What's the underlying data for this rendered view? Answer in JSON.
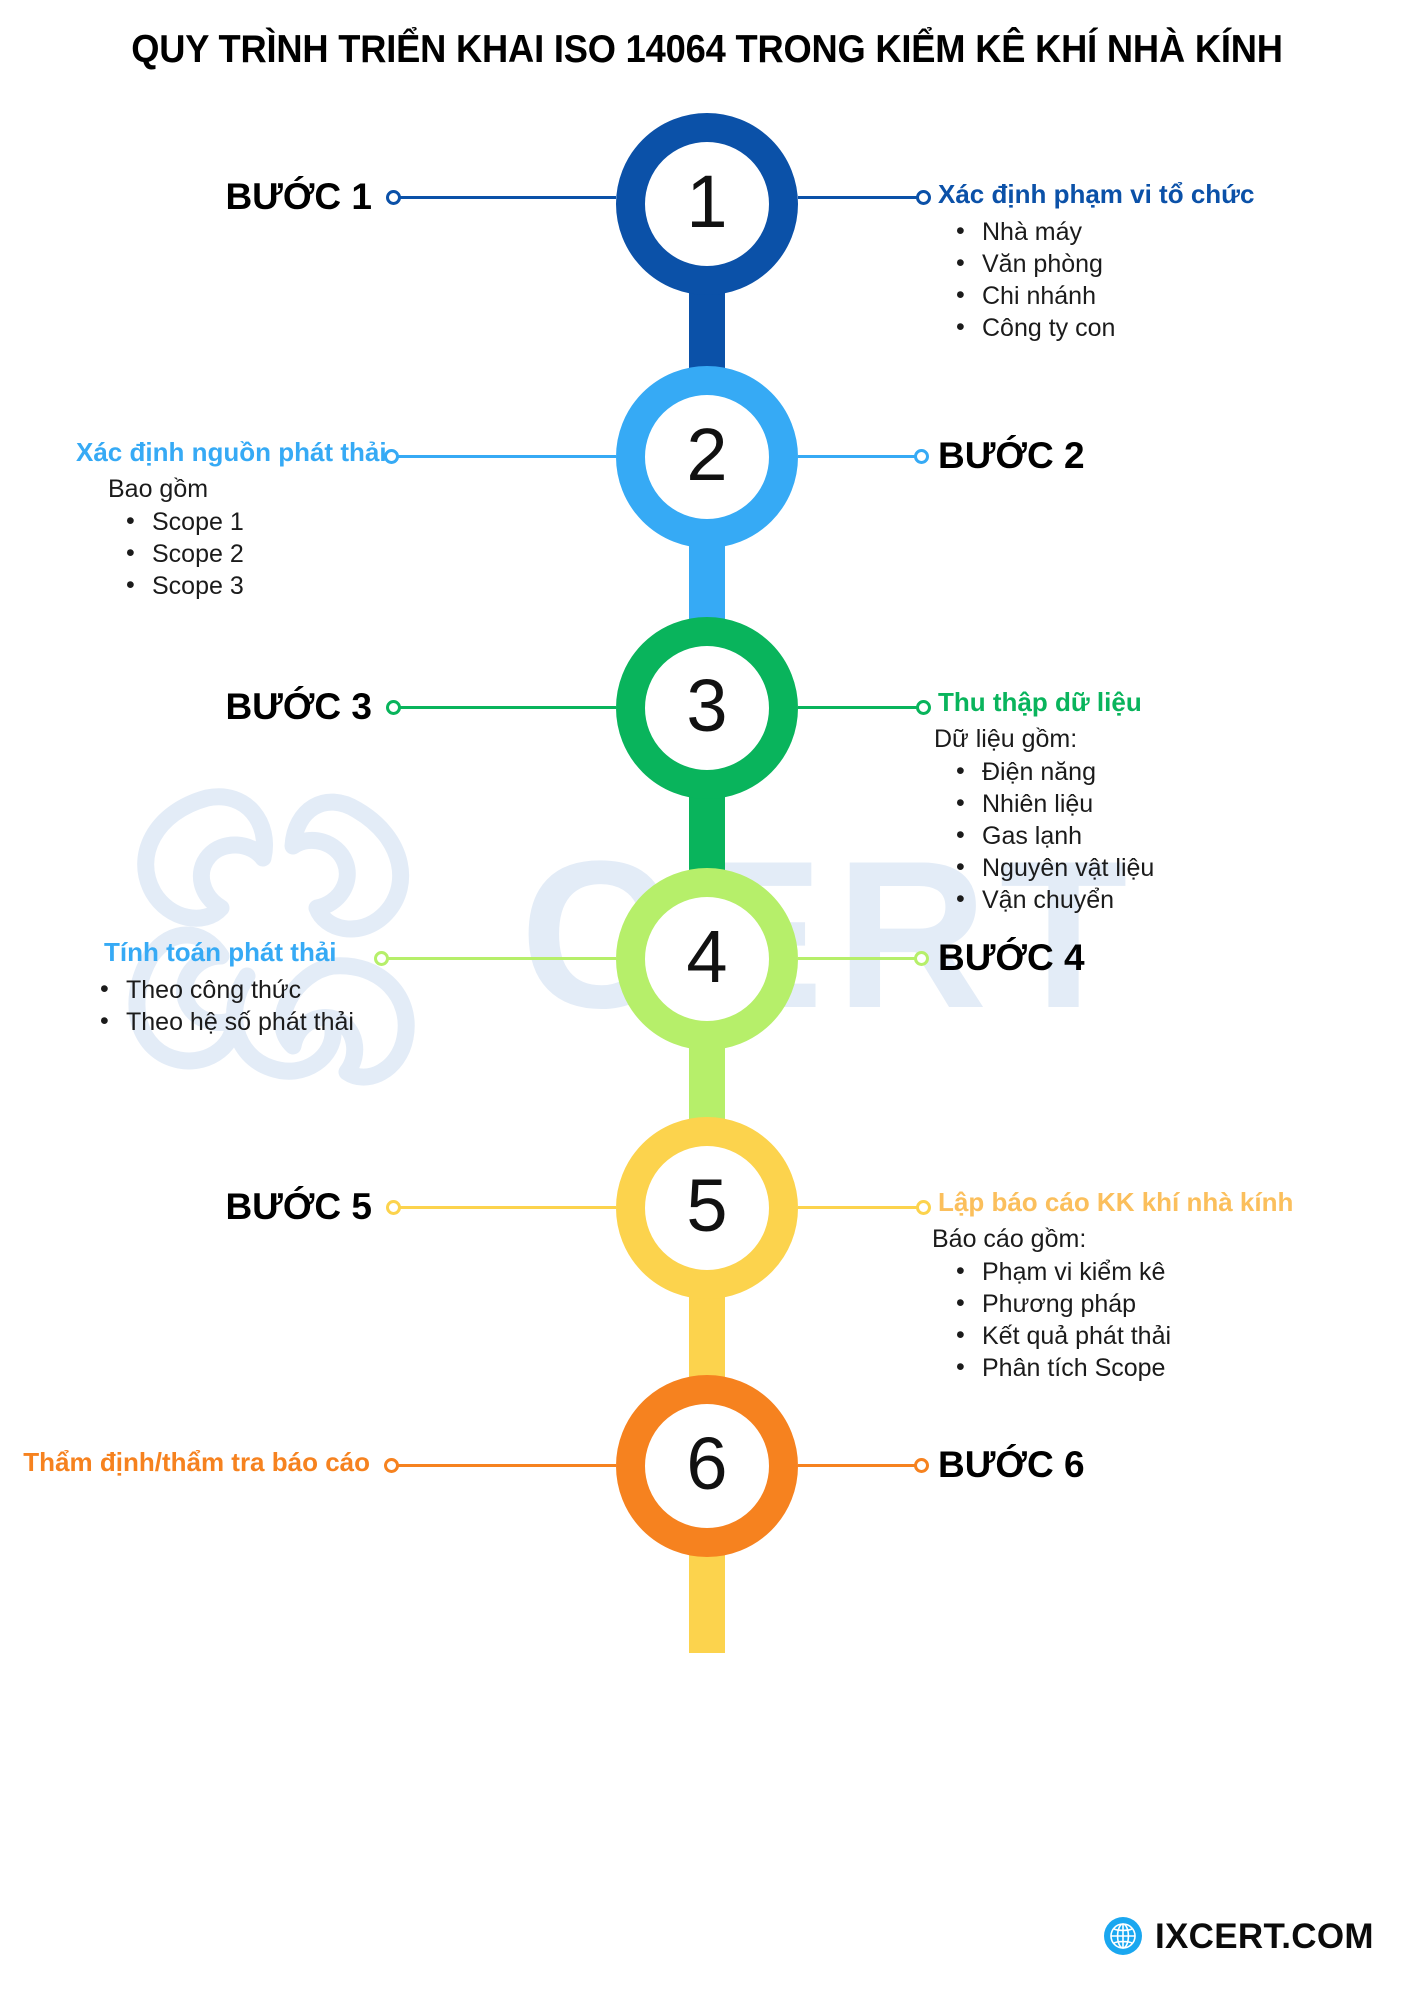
{
  "title": "QUY TRÌNH TRIỂN KHAI ISO 14064 TRONG KIỂM KÊ KHÍ NHÀ KÍNH",
  "watermark": {
    "text": "CERT",
    "flower_icon": "flower-logo-watermark"
  },
  "colors": {
    "step1": "#0b51a8",
    "step2": "#36aaf5",
    "step3": "#09b45c",
    "step4": "#b6ef6a",
    "step5": "#fcd34d",
    "step6": "#f6821f",
    "heading_blue_dark": "#0b51a8",
    "heading_blue_light": "#36aaf5",
    "heading_green": "#09b45c",
    "heading_yellow": "#fbbf5c",
    "heading_orange": "#f6821f",
    "title_black": "#000000",
    "watermark_gray": "#e3ecf7"
  },
  "steps": [
    {
      "number": "1",
      "step_label": "BƯỚC 1",
      "label_side": "left",
      "detail_side": "right",
      "heading": "Xác định phạm vi tổ chức",
      "sub": "",
      "bullets": [
        "Nhà máy",
        "Văn phòng",
        "Chi nhánh",
        "Công ty con"
      ],
      "color": "#0b51a8",
      "heading_color": "#0b51a8"
    },
    {
      "number": "2",
      "step_label": "BƯỚC 2",
      "label_side": "right",
      "detail_side": "left",
      "heading": "Xác định nguồn phát thải",
      "sub": "Bao gồm",
      "bullets": [
        "Scope 1",
        "Scope 2",
        "Scope 3"
      ],
      "color": "#36aaf5",
      "heading_color": "#36aaf5"
    },
    {
      "number": "3",
      "step_label": "BƯỚC 3",
      "label_side": "left",
      "detail_side": "right",
      "heading": "Thu thập dữ liệu",
      "sub": "Dữ liệu gồm:",
      "bullets": [
        "Điện năng",
        "Nhiên liệu",
        "Gas lạnh",
        "Nguyên vật liệu",
        "Vận chuyển"
      ],
      "color": "#09b45c",
      "heading_color": "#09b45c"
    },
    {
      "number": "4",
      "step_label": "BƯỚC 4",
      "label_side": "right",
      "detail_side": "left",
      "heading": "Tính toán phát thải",
      "sub": "",
      "bullets": [
        "Theo công thức",
        "Theo hệ số phát thải"
      ],
      "color": "#b6ef6a",
      "heading_color": "#36aaf5"
    },
    {
      "number": "5",
      "step_label": "BƯỚC 5",
      "label_side": "left",
      "detail_side": "right",
      "heading": "Lập báo cáo KK khí nhà kính",
      "sub": "Báo cáo gồm:",
      "bullets": [
        "Phạm vi kiểm kê",
        "Phương pháp",
        "Kết quả phát thải",
        "Phân tích Scope"
      ],
      "color": "#fcd34d",
      "heading_color": "#fbbf5c"
    },
    {
      "number": "6",
      "step_label": "BƯỚC 6",
      "label_side": "right",
      "detail_side": "left",
      "heading": "Thẩm định/thẩm tra báo cáo",
      "sub": "",
      "bullets": [],
      "color": "#f6821f",
      "heading_color": "#f6821f"
    }
  ],
  "footer": {
    "logo_text": "IXCERT.COM",
    "logo_icon": "globe-icon",
    "logo_icon_color": "#1aa7f0"
  }
}
